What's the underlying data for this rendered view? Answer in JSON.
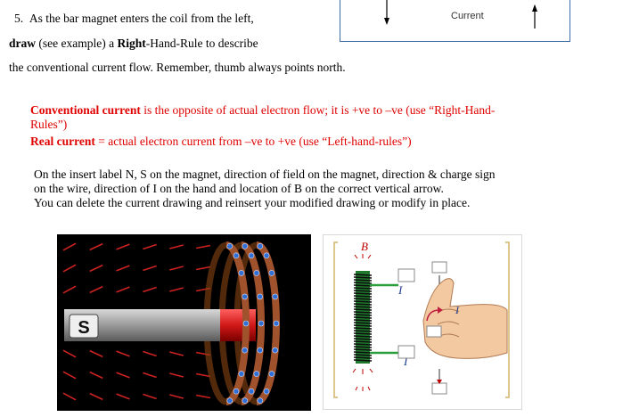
{
  "question": {
    "number": "5.",
    "line1": "As the bar magnet enters the coil from the left,",
    "line2_bold1": "draw",
    "line2_mid": " (see example) a ",
    "line2_bold2": "Right",
    "line2_rest": "-Hand-Rule to describe",
    "line3": "the conventional current flow.  Remember, thumb always points north."
  },
  "top_figure": {
    "current_label": "Current"
  },
  "definitions": {
    "conv_bold": "Conventional current",
    "conv_text": " is the opposite of actual electron flow; it is +ve to –ve (use “Right-Hand-",
    "conv_text2": "Rules”)",
    "real_bold": "Real current",
    "real_text": " = actual electron current from –ve to +ve (use “Left-hand-rules”)"
  },
  "instructions": {
    "line1": "On the insert label N, S on the magnet, direction of field on the magnet, direction & charge sign",
    "line2": "on the wire, direction of I on the hand and location of B on the correct vertical arrow.",
    "line3": "You can delete the current drawing and reinsert your modified drawing or modify in place."
  },
  "magnet_figure": {
    "pole_label": "S"
  },
  "rhr_figure": {
    "b_label": "B",
    "i_label_top": "I",
    "i_label_bottom": "I",
    "i_label_hand": "I"
  },
  "colors": {
    "definition_red": "#e00000",
    "coil_copper": "#a0522d",
    "electron_blue": "#2f6fd6",
    "wire_green": "#2a9d3c"
  }
}
